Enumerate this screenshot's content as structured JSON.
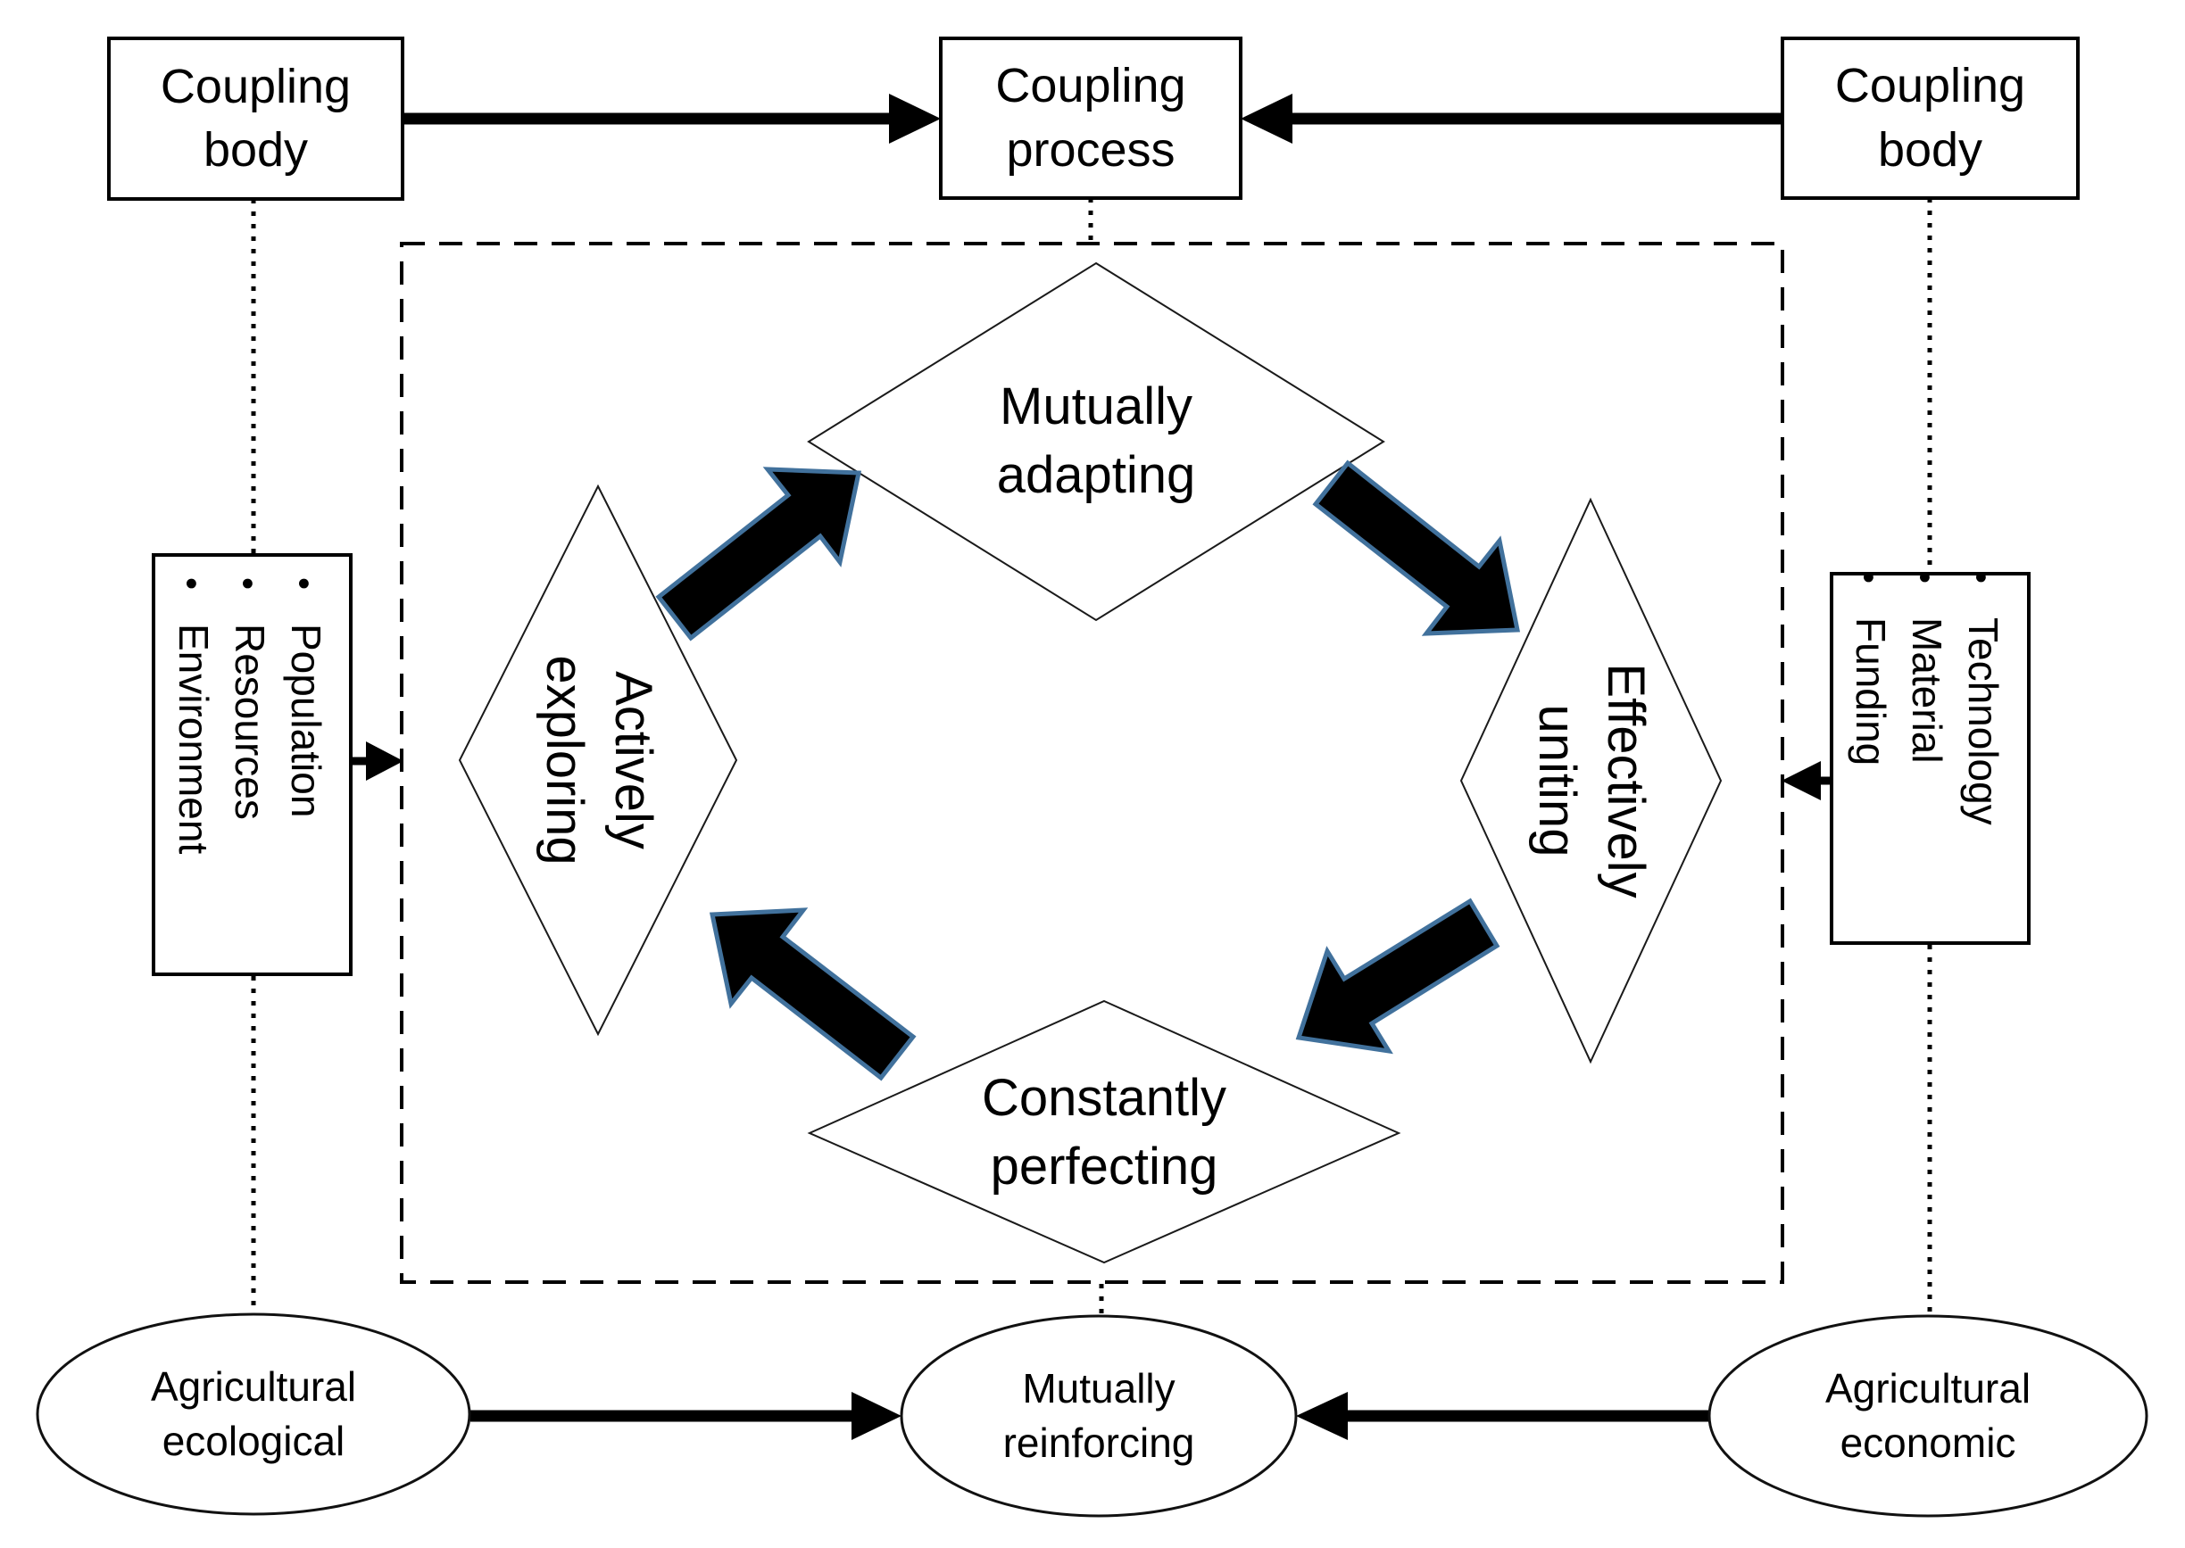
{
  "bullet": "•",
  "boxes": {
    "top_left": "Coupling body",
    "top_center": "Coupling process",
    "top_right": "Coupling body"
  },
  "cycle": {
    "top": "Mutually adapting",
    "right": "Effectively uniting",
    "bottom": "Constantly perfecting",
    "left": "Actively exploring"
  },
  "left_inputs": {
    "items": [
      "Population",
      "Resources",
      "Environment"
    ]
  },
  "right_inputs": {
    "items": [
      "Technology",
      "Material",
      "Funding"
    ]
  },
  "ellipses": {
    "left": "Agricultural ecological",
    "center": "Mutually reinforcing",
    "right": "Agricultural economic"
  },
  "colors": {
    "ink": "#000000",
    "background": "#FFFFFF",
    "cycle_arrow_fill": "#000000",
    "cycle_arrow_outline": "#41719C"
  }
}
